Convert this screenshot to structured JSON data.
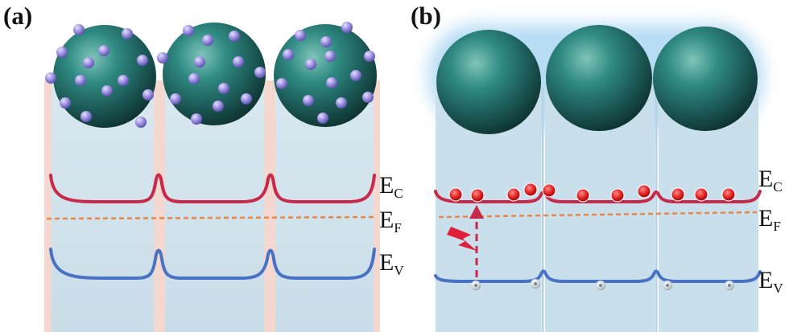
{
  "panels": {
    "a": {
      "label": "(a)",
      "ec": {
        "main": "E",
        "sub": "C"
      },
      "ef": {
        "main": "E",
        "sub": "F"
      },
      "ev": {
        "main": "E",
        "sub": "V"
      }
    },
    "b": {
      "label": "(b)",
      "ec": {
        "main": "E",
        "sub": "C"
      },
      "ef": {
        "main": "E",
        "sub": "F"
      },
      "ev": {
        "main": "E",
        "sub": "V"
      }
    }
  },
  "colors": {
    "conduction_band": "#c8294a",
    "valence_band": "#4a72c4",
    "fermi_level": "#e8874a",
    "electron": "#e02020",
    "adsorbed_species": "#9b8fe0",
    "particle": "#2e7f78",
    "grain_fill": "#cfe0ea",
    "boundary_fill": "#f4d8cf",
    "glow": "#9fd0f0",
    "light_bolt": "#e0203a"
  },
  "icons": {
    "light": "lightning-bolt-icon",
    "excitation": "dashed-arrow-icon"
  }
}
